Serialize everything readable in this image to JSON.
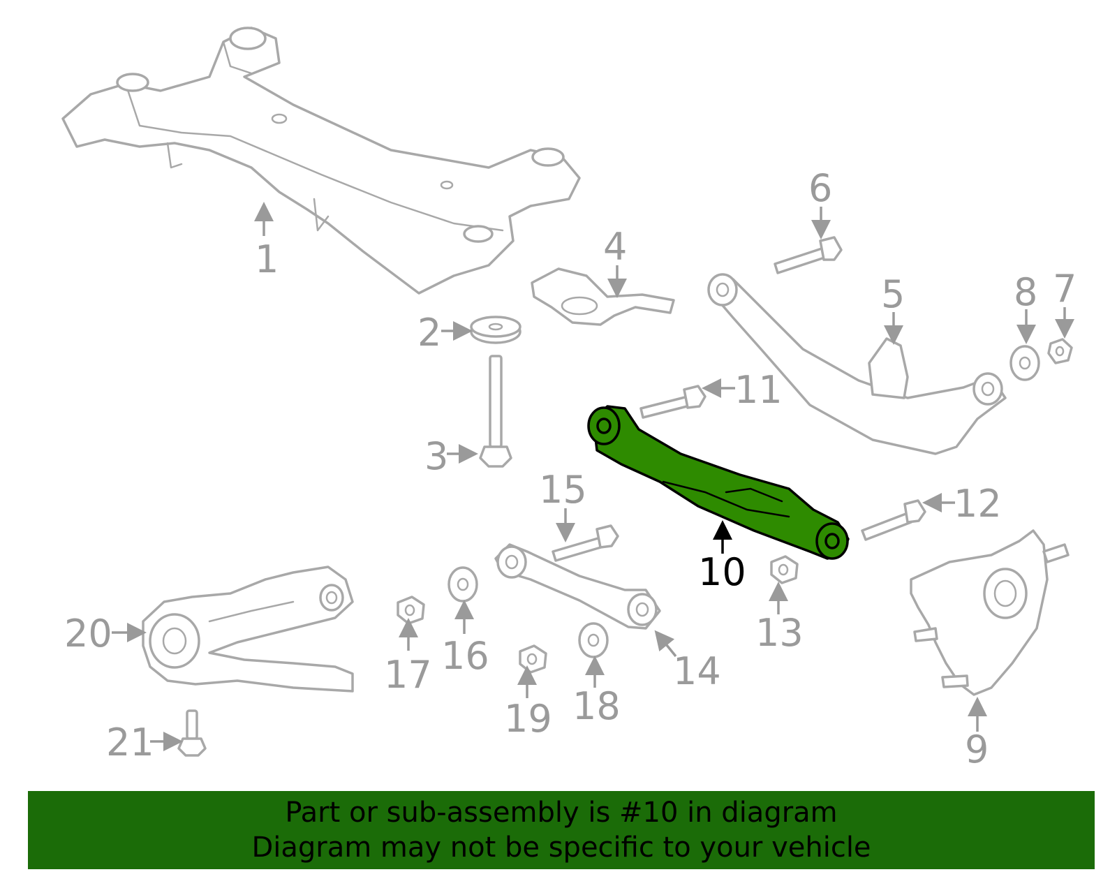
{
  "diagram": {
    "highlighted_part": "10",
    "callouts": [
      "1",
      "2",
      "3",
      "4",
      "5",
      "6",
      "7",
      "8",
      "9",
      "10",
      "11",
      "12",
      "13",
      "14",
      "15",
      "16",
      "17",
      "18",
      "19",
      "20",
      "21"
    ],
    "colors": {
      "highlight_fill": "#2e8b00",
      "part_stroke": "#a8a8a8",
      "label_color": "#9a9a9a",
      "banner_bg": "#1b6c08"
    }
  },
  "banner": {
    "line1": "Part or sub-assembly is #10 in diagram",
    "line2": "Diagram may not be specific to your vehicle"
  }
}
